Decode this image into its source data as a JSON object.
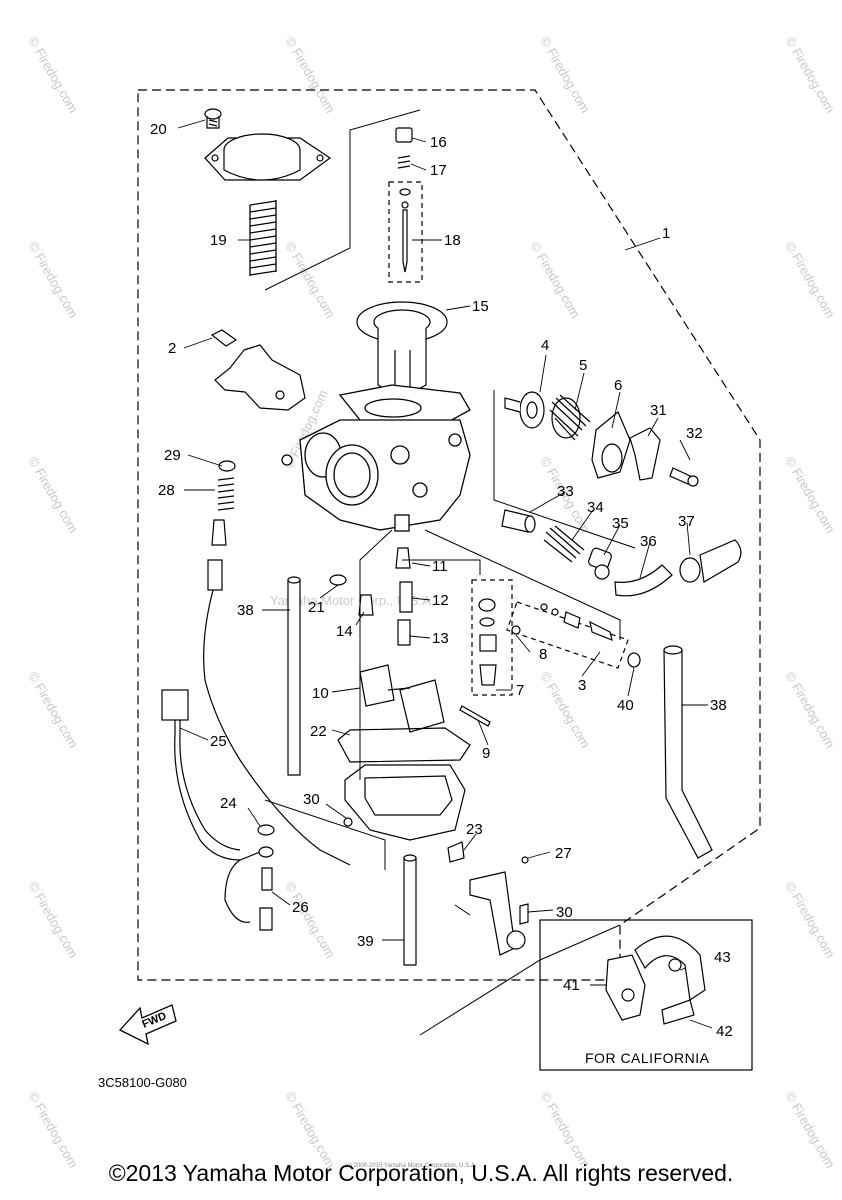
{
  "diagram_code": "3C58100-G080",
  "fwd_label": "FWD",
  "california_note": "FOR CALIFORNIA",
  "copyright": "©2013 Yamaha Motor Corporation, U.S.A. All rights reserved.",
  "small_print": "(c) 2000-2015 Yamaha Motor Corporation, U.S.A.",
  "watermark": "© Firedog.com",
  "watermark_center": "Yamaha Motor Corp., U.S.A.",
  "watermark_diag": "© Firedog.com",
  "callouts": {
    "p1": "1",
    "p2": "2",
    "p3": "3",
    "p4": "4",
    "p5": "5",
    "p6": "6",
    "p7": "7",
    "p8": "8",
    "p9": "9",
    "p10": "10",
    "p11": "11",
    "p12": "12",
    "p13": "13",
    "p14": "14",
    "p15": "15",
    "p16": "16",
    "p17": "17",
    "p18": "18",
    "p19": "19",
    "p20": "20",
    "p21": "21",
    "p22": "22",
    "p23": "23",
    "p24": "24",
    "p25": "25",
    "p26": "26",
    "p27": "27",
    "p28": "28",
    "p29": "29",
    "p30a": "30",
    "p30b": "30",
    "p31": "31",
    "p32": "32",
    "p33": "33",
    "p34": "34",
    "p35": "35",
    "p36": "36",
    "p37": "37",
    "p38a": "38",
    "p38b": "38",
    "p39": "39",
    "p40": "40",
    "p41": "41",
    "p42": "42",
    "p43": "43"
  }
}
